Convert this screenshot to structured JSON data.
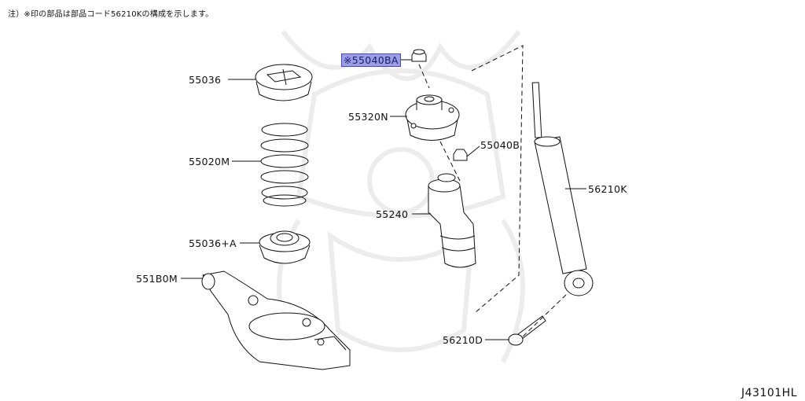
{
  "note": "注）※印の部品は部品コード56210Kの構成を示します。",
  "parts": [
    {
      "id": "p1",
      "code": "55036"
    },
    {
      "id": "p2",
      "code": "55020M"
    },
    {
      "id": "p3",
      "code": "55036+A"
    },
    {
      "id": "p4",
      "code": "551B0M"
    },
    {
      "id": "p5",
      "code": "※55040BA"
    },
    {
      "id": "p6",
      "code": "55320N"
    },
    {
      "id": "p7",
      "code": "55040B"
    },
    {
      "id": "p8",
      "code": "55240"
    },
    {
      "id": "p9",
      "code": "56210K"
    },
    {
      "id": "p10",
      "code": "56210D"
    }
  ],
  "diagram_id": "J43101HL",
  "highlight_color": "#9a9ee6"
}
